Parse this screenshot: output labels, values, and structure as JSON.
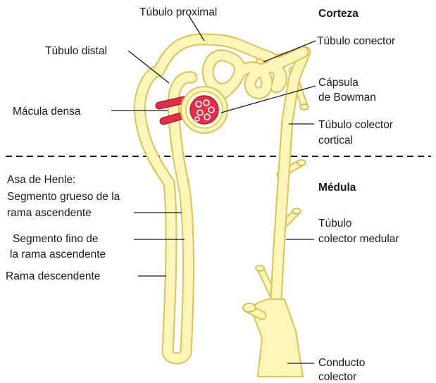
{
  "labels": {
    "tubulo_proximal": "Túbulo proximal",
    "corteza": "Corteza",
    "tubulo_distal": "Túbulo distal",
    "tubulo_conector": "Túbulo conector",
    "capsula_line1": "Cápsula",
    "capsula_line2": "de Bowman",
    "macula_densa": "Mácula densa",
    "colector_cortical_line1": "Túbulo colector",
    "colector_cortical_line2": "cortical",
    "asa_line1": "Asa de Henle:",
    "asa_line2": "Segmento grueso de la",
    "asa_line3": "rama ascendente",
    "medula": "Médula",
    "fino_line1": "Segmento fino de",
    "fino_line2": "la rama ascendente",
    "colector_medular_line1": "Túbulo",
    "colector_medular_line2": "colector medular",
    "rama_descendente": "Rama descendente",
    "conducto_line1": "Conducto",
    "conducto_line2": "colector"
  },
  "colors": {
    "tubule_fill": "#fbf5b8",
    "tubule_outline": "#d8c25a",
    "glomerulus": "#e0304a",
    "vessel": "#e0304a",
    "text": "#1a1a1a"
  }
}
